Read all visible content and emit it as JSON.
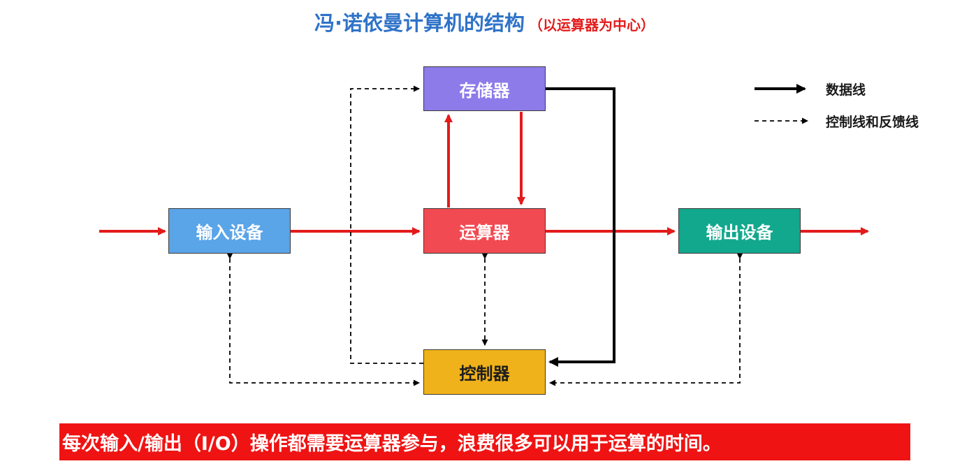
{
  "title": {
    "main": "冯·诺依曼计算机的结构",
    "sub": "（以运算器为中心）",
    "main_color": "#2f73c8",
    "sub_color": "#e31b1b"
  },
  "components": {
    "memory": "存储器",
    "alu": "运算器",
    "input": "输入设备",
    "output": "输出设备",
    "control": "控制器"
  },
  "legend": {
    "data_line": "数据线",
    "control_line": "控制线和反馈线"
  },
  "colors": {
    "memory": "#8d7bea",
    "alu": "#f24a52",
    "input": "#5aa4e8",
    "output": "#12a88d",
    "control": "#f0b21a",
    "data_flow": "#e31b1b",
    "data_line": "#000000",
    "banner": "#ef1313"
  },
  "banner": {
    "text": "每次输入/输出（I/O）操作都需要运算器参与，浪费很多可以用于运算的时间。"
  }
}
